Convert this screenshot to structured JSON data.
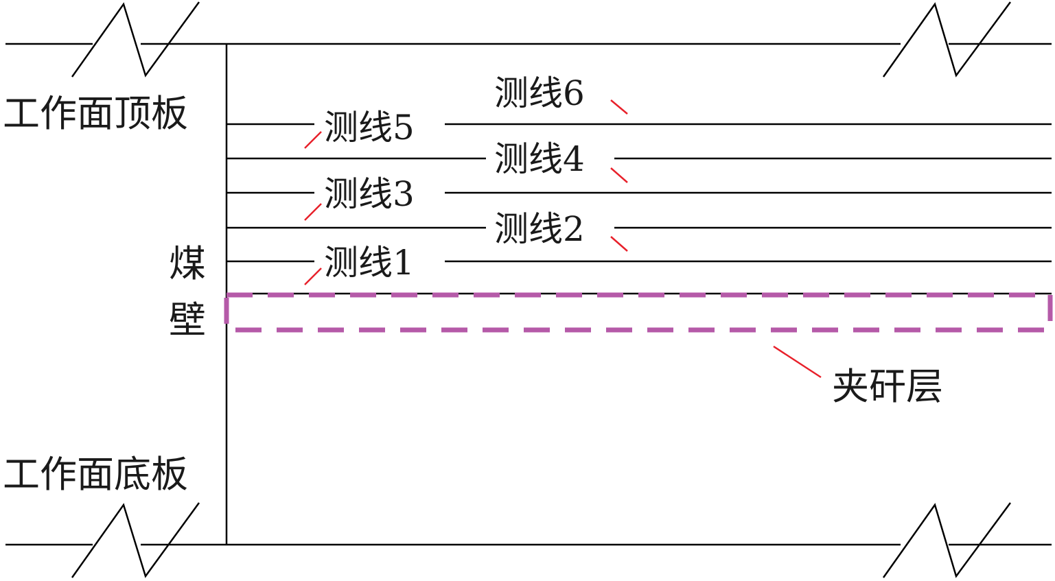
{
  "labels": {
    "roof": "工作面顶板",
    "floor": "工作面底板",
    "coal_wall_top": "煤",
    "coal_wall_bottom": "壁",
    "parting_layer": "夹矸层"
  },
  "survey_lines": [
    {
      "label": "测线1"
    },
    {
      "label": "测线2"
    },
    {
      "label": "测线3"
    },
    {
      "label": "测线4"
    },
    {
      "label": "测线5"
    },
    {
      "label": "测线6"
    }
  ],
  "colors": {
    "structure": "#000000",
    "leader": "#e8202a",
    "parting_outline": "#b55aa8",
    "text": "#1a1a1a"
  }
}
